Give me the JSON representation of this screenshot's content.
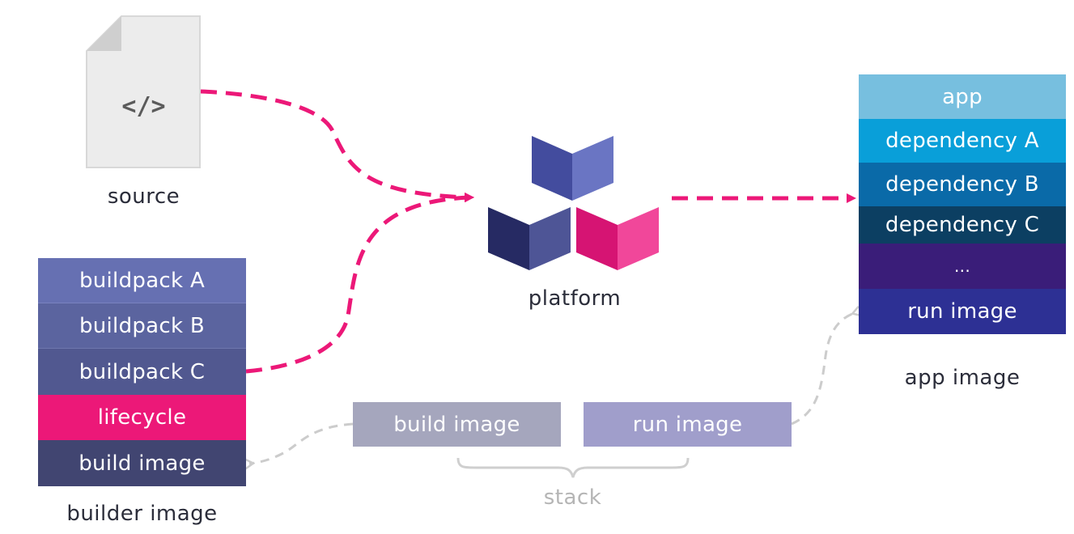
{
  "source": {
    "icon_text": "</>",
    "label": "source"
  },
  "platform": {
    "label": "platform"
  },
  "builder_image": {
    "label": "builder image",
    "layers": [
      {
        "text": "buildpack A",
        "color": "#6670b2"
      },
      {
        "text": "buildpack B",
        "color": "#5b649f"
      },
      {
        "text": "buildpack C",
        "color": "#515890"
      },
      {
        "text": "lifecycle",
        "color": "#ec1878"
      },
      {
        "text": "build image",
        "color": "#414571"
      }
    ]
  },
  "app_image": {
    "label": "app image",
    "layers": [
      {
        "text": "app",
        "color": "#77bfdf"
      },
      {
        "text": "dependency A",
        "color": "#099fd9"
      },
      {
        "text": "dependency B",
        "color": "#0a6aa8"
      },
      {
        "text": "dependency C",
        "color": "#0c3f62"
      },
      {
        "text": "...",
        "color": "#3a1d79"
      },
      {
        "text": "run image",
        "color": "#2d3094"
      }
    ]
  },
  "stack": {
    "label": "stack",
    "build_image": {
      "text": "build image",
      "color": "#a5a6bd"
    },
    "run_image": {
      "text": "run image",
      "color": "#a09ecb"
    }
  },
  "colors": {
    "accent_pink": "#ec1878",
    "arrow_gray": "#c9c9c9"
  }
}
